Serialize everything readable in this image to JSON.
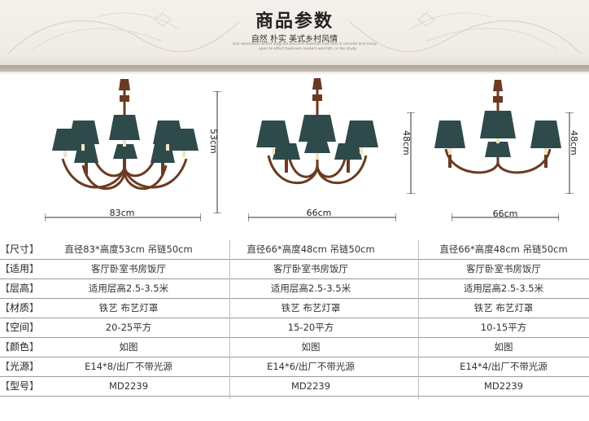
{
  "header": {
    "title": "商品参数",
    "subtitle": "自然 朴实 美式乡村风情",
    "fine_print_1": "Use decoration effect diagram,also,the material from this is conside and many",
    "fine_print_2": "open to effect bedroom modern warmth, in the study"
  },
  "products": [
    {
      "height_label": "53cm",
      "width_label": "83cm"
    },
    {
      "height_label": "48cm",
      "width_label": "66cm"
    },
    {
      "height_label": "48cm",
      "width_label": "66cm"
    }
  ],
  "spec_table": {
    "rows": [
      {
        "label": "尺寸",
        "values": [
          "直径83*高度53cm 吊链50cm",
          "直径66*高度48cm 吊链50cm",
          "直径66*高度48cm 吊链50cm"
        ]
      },
      {
        "label": "适用",
        "values": [
          "客厅卧室书房饭厅",
          "客厅卧室书房饭厅",
          "客厅卧室书房饭厅"
        ]
      },
      {
        "label": "层高",
        "values": [
          "适用层高2.5-3.5米",
          "适用层高2.5-3.5米",
          "适用层高2.5-3.5米"
        ]
      },
      {
        "label": "材质",
        "values": [
          "铁艺 布艺灯罩",
          "铁艺 布艺灯罩",
          "铁艺 布艺灯罩"
        ]
      },
      {
        "label": "空间",
        "values": [
          "20-25平方",
          "15-20平方",
          "10-15平方"
        ]
      },
      {
        "label": "颜色",
        "values": [
          "如图",
          "如图",
          "如图"
        ]
      },
      {
        "label": "光源",
        "values": [
          "E14*8/出厂不带光源",
          "E14*6/出厂不带光源",
          "E14*4/出厂不带光源"
        ]
      },
      {
        "label": "型号",
        "values": [
          "MD2239",
          "MD2239",
          "MD2239"
        ]
      }
    ]
  },
  "colors": {
    "shade": "#2f4a4a",
    "frame": "#6b3a22",
    "banner": "#efebe4"
  }
}
